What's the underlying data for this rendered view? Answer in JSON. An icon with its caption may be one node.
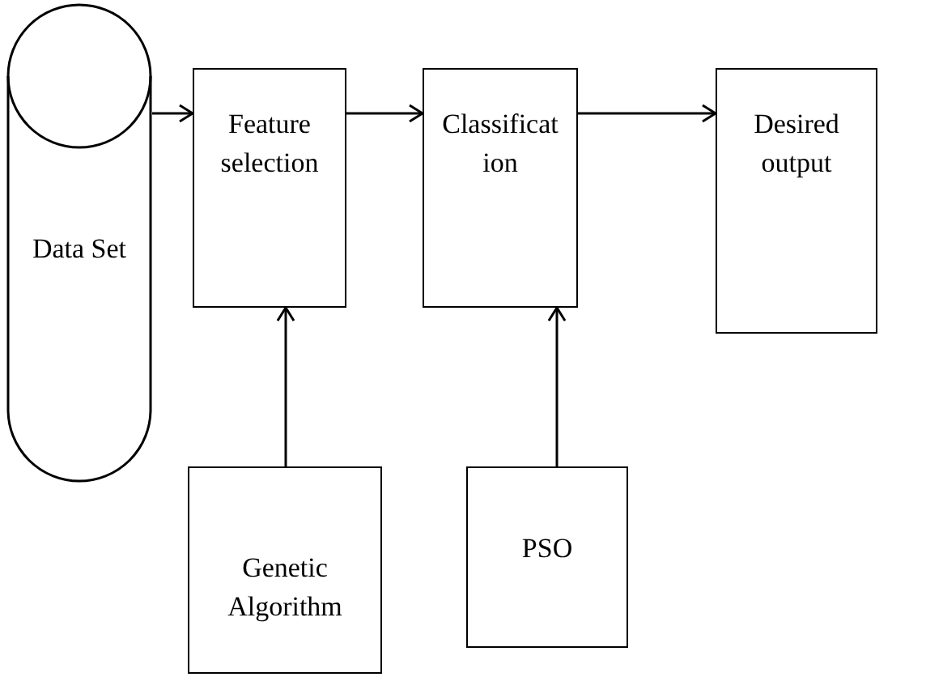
{
  "diagram": {
    "nodes": [
      {
        "text": [
          "Data Set"
        ]
      },
      {
        "text": [
          "Feature selection"
        ]
      },
      {
        "text": [
          "Classificat ion"
        ]
      },
      {
        "text": [
          "Desired output"
        ]
      },
      {
        "text": [
          "Genetic Algorithm"
        ]
      },
      {
        "text": [
          "PSO"
        ]
      }
    ],
    "edges": [
      {
        "from": 0,
        "to": 1,
        "arrow": "to"
      },
      {
        "from": 1,
        "to": 2,
        "arrow": "to"
      },
      {
        "from": 2,
        "to": 3,
        "arrow": "to"
      },
      {
        "from": 4,
        "to": 1,
        "arrow": "to"
      },
      {
        "from": 5,
        "to": 2,
        "arrow": "to"
      }
    ]
  }
}
